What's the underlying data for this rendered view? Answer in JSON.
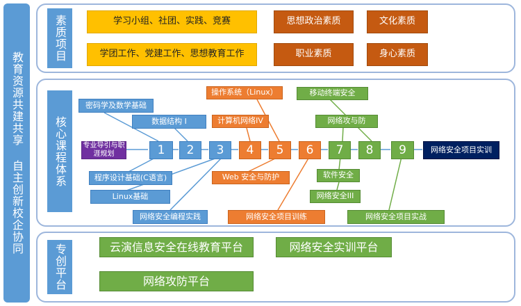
{
  "side_title": "教育资源共建共享 自主创新校企协同",
  "section1": {
    "label": "素质项目",
    "yellow_items": [
      "学习小组、社团、实践、竞赛",
      "学团工作、党建工作、思想教育工作"
    ],
    "rust_items": [
      "思想政治素质",
      "文化素质",
      "职业素质",
      "身心素质"
    ]
  },
  "section2": {
    "label": "核心课程体系",
    "start_box": "专业导引与职涯规划",
    "steps": [
      "1",
      "2",
      "3",
      "4",
      "5",
      "6",
      "7",
      "8",
      "9"
    ],
    "end_box": "网络安全项目实训",
    "blue_courses": {
      "crypto": "密码学及数学基础",
      "ds": "数据结构 I",
      "c": "程序设计基础(C语言)",
      "linux": "Linux基础",
      "netprog": "网络安全编程实践"
    },
    "orange_courses": {
      "os": "操作系统（Linux）",
      "net4": "计算机网络IV",
      "web": "Web 安全与防护",
      "train": "网络安全项目训练"
    },
    "green_courses": {
      "mobile": "移动终端安全",
      "attack": "网络攻与防",
      "software": "软件安全",
      "net3": "网络安全III",
      "practice": "网络安全项目实战"
    }
  },
  "section3": {
    "label": "专创平台",
    "platforms": [
      "云演信息安全在线教育平台",
      "网络安全实训平台",
      "网络攻防平台"
    ]
  },
  "colors": {
    "panel_border": "#9db6dc",
    "label_blue": "#5b9bd5",
    "yellow": "#ffc000",
    "rust": "#c55a11",
    "orange": "#ed7d31",
    "green": "#70ad47",
    "navy": "#002060",
    "purple": "#7030a0"
  }
}
